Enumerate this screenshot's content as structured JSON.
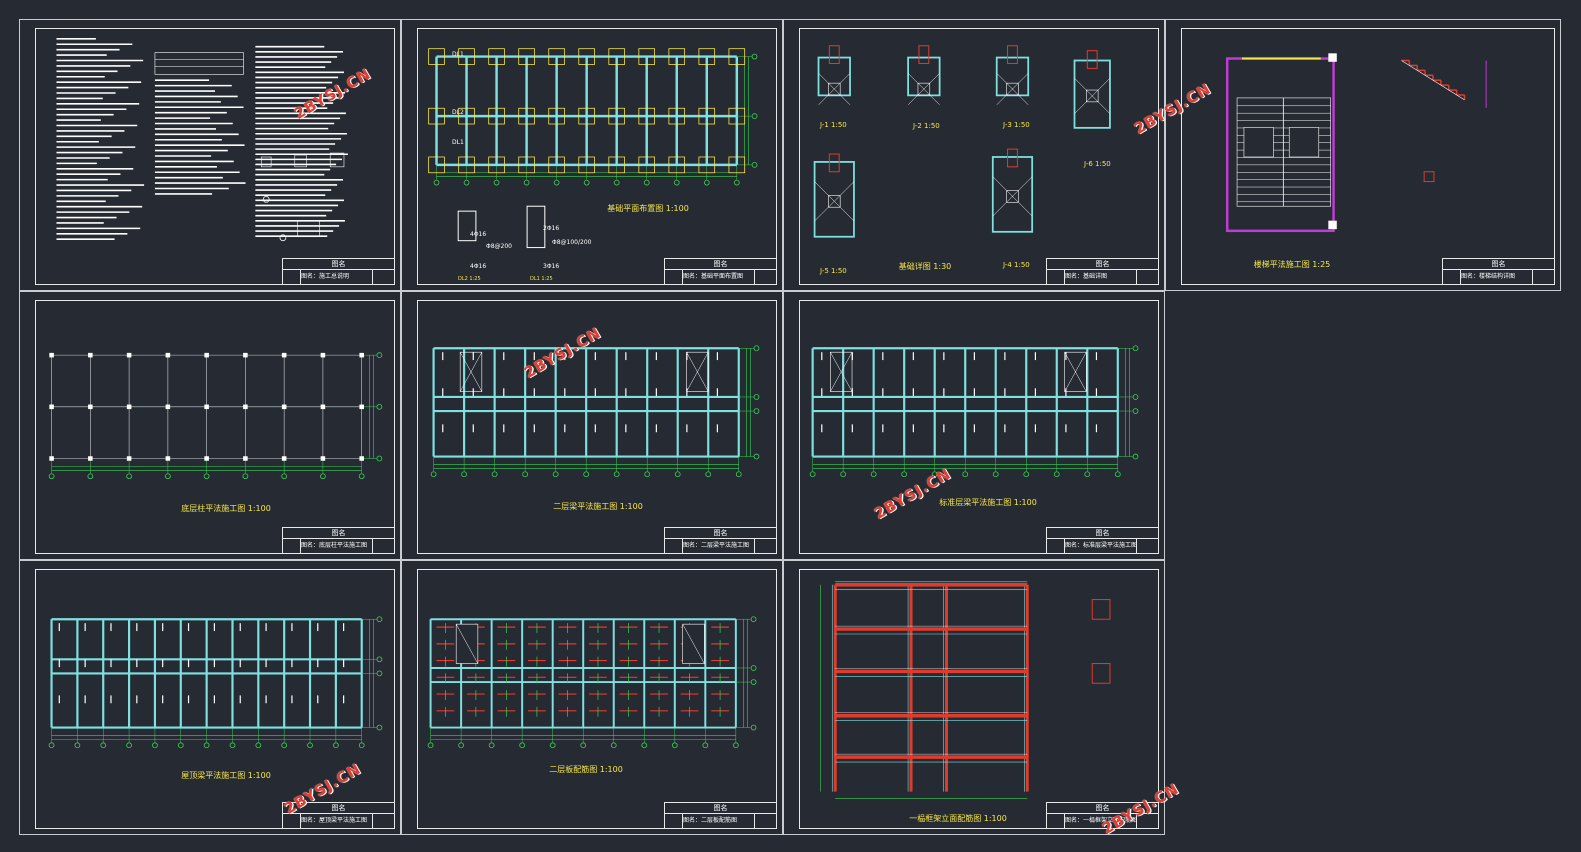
{
  "watermark_text": "2BYSJ.CN",
  "colors": {
    "background": "#262b33",
    "frame": "#c9ccd1",
    "grid_cyan": "#7fe0e0",
    "dimension_green": "#39d353",
    "text_yellow": "#f7e64a",
    "rebar_red": "#e23b2b",
    "magenta": "#c13cd6",
    "text_white": "#ffffff"
  },
  "title_block_header": "图名",
  "sheets": [
    {
      "id": "general-notes",
      "title_name": "图名：施工总说明",
      "captions": []
    },
    {
      "id": "foundation-beam-plan",
      "title_name": "图名：基础平面布置图",
      "captions": [
        "基础平面布置图 1:100"
      ],
      "beam_labels": [
        "DL1",
        "DL2",
        "DL1"
      ],
      "section_labels": [
        "4Φ16",
        "Φ8@200",
        "4Φ16",
        "2Φ16",
        "Φ8@100/200",
        "3Φ16",
        "DL2 1:25",
        "DL1 1:25"
      ]
    },
    {
      "id": "foundation-details",
      "title_name": "图名：基础详图",
      "captions": [
        "基础详图 1:30"
      ],
      "detail_labels": [
        "J-1 1:50",
        "J-2 1:50",
        "J-3 1:50",
        "J-6 1:50",
        "J-5 1:50",
        "J-4 1:50"
      ]
    },
    {
      "id": "stair-plan",
      "title_name": "图名：楼梯结构详图",
      "captions": [
        "楼梯平法施工图 1:25"
      ]
    },
    {
      "id": "ground-column-plan",
      "title_name": "图名：底层柱平法施工图",
      "captions": [
        "底层柱平法施工图 1:100"
      ]
    },
    {
      "id": "second-floor-beam-plan",
      "title_name": "图名：二层梁平法施工图",
      "captions": [
        "二层梁平法施工图 1:100"
      ]
    },
    {
      "id": "standard-floor-beam-plan",
      "title_name": "图名：标准层梁平法施工图",
      "captions": [
        "标准层梁平法施工图 1:100"
      ]
    },
    {
      "id": "roof-beam-plan",
      "title_name": "图名：屋顶梁平法施工图",
      "captions": [
        "屋顶梁平法施工图 1:100"
      ]
    },
    {
      "id": "second-floor-slab-plan",
      "title_name": "图名：二层板配筋图",
      "captions": [
        "二层板配筋图 1:100"
      ]
    },
    {
      "id": "frame-elevation",
      "title_name": "图名：一榀框架立面配筋图",
      "captions": [
        "一榀框架立面配筋图 1:100"
      ]
    }
  ]
}
